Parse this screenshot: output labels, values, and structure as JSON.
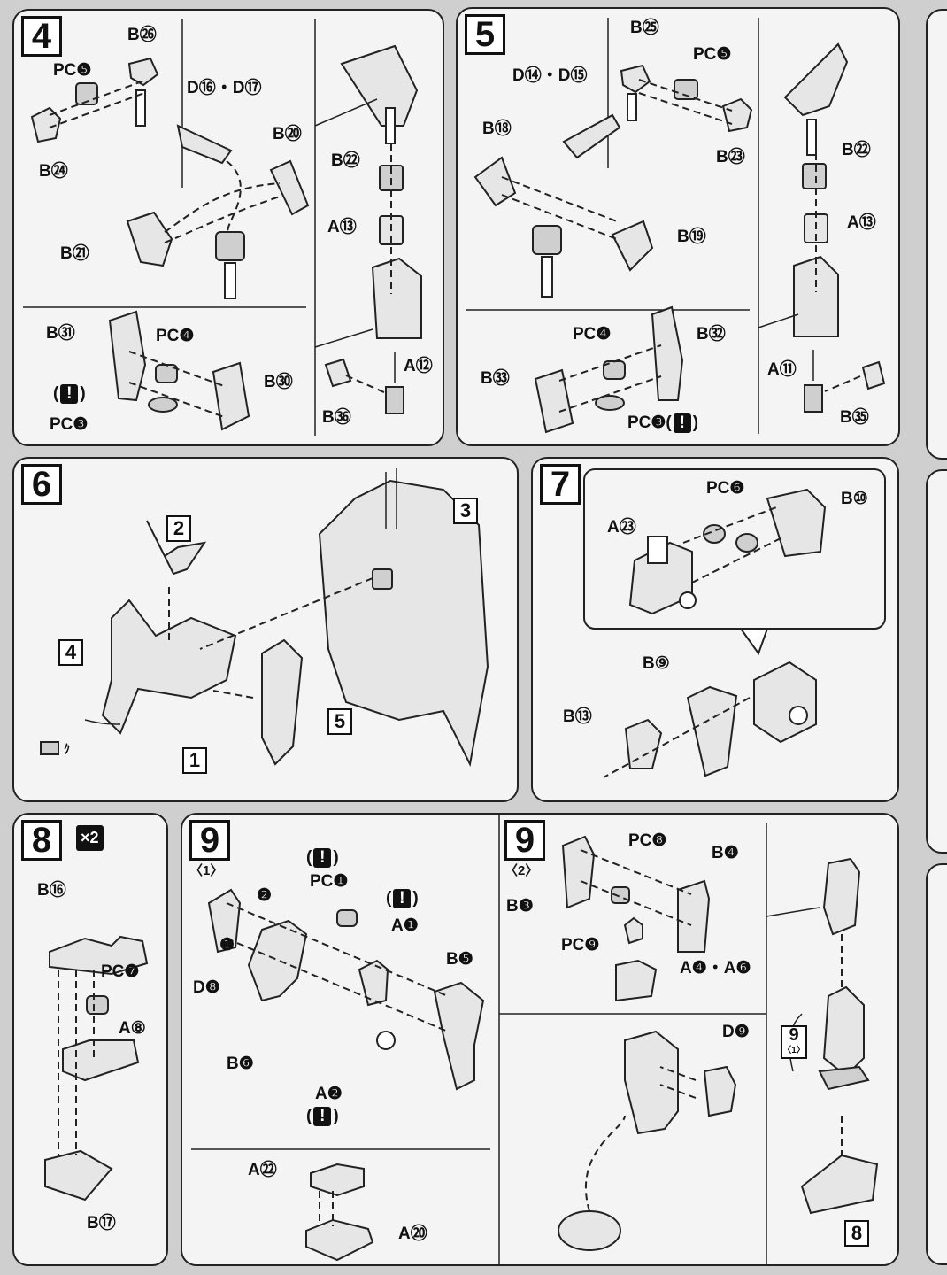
{
  "steps": {
    "s4": {
      "number": "4",
      "labels": {
        "b26": "B㉖",
        "pce": "PC❺",
        "d16d17": "D⑯・D⑰",
        "b20": "B⑳",
        "b24": "B㉔",
        "b21": "B㉑",
        "b22": "B㉒",
        "a13": "A⑬",
        "b31": "B㉛",
        "pcn": "PC❹",
        "b30": "B㉚",
        "pch": "PC❸",
        "a12": "A⑫",
        "b36": "B㊱",
        "excl_open": "(",
        "excl_close": ")",
        "excl_mark": "!"
      }
    },
    "s5": {
      "number": "5",
      "labels": {
        "b25": "B㉕",
        "pce": "PC❺",
        "d14d15": "D⑭・D⑮",
        "b18": "B⑱",
        "b23": "B㉓",
        "b22": "B㉒",
        "a13": "A⑬",
        "b19": "B⑲",
        "pcn": "PC❹",
        "b32": "B㉜",
        "b33": "B㉝",
        "pch": "PC❸(",
        "excl_mark": "!",
        "excl_close": ")",
        "a11": "A⑪",
        "b35": "B㉟"
      }
    },
    "s6": {
      "number": "6",
      "boxes": [
        "2",
        "3",
        "4",
        "5",
        "1"
      ],
      "seal": "ｸ"
    },
    "s7": {
      "number": "7",
      "labels": {
        "pcm": "PC❻",
        "b10": "B⑩",
        "a23": "A㉓",
        "b9": "B⑨",
        "b13": "B⑬"
      }
    },
    "s8": {
      "number": "8",
      "multiplier": "×2",
      "labels": {
        "b16": "B⑯",
        "pcc": "PC❼",
        "a8": "A⑧",
        "b17": "B⑰"
      }
    },
    "s9a": {
      "number": "9",
      "sub": "〈1〉",
      "labels": {
        "pci": "PC❶",
        "a1": "A❶",
        "b5": "B❺",
        "d8": "D❽",
        "b6": "B❻",
        "a2": "A❷",
        "a22": "A㉒",
        "a20": "A⑳",
        "n1": "❶",
        "n2": "❷",
        "excl_mark": "!",
        "excl_open": "(",
        "excl_close": ")"
      }
    },
    "s9b": {
      "number": "9",
      "sub": "〈2〉",
      "labels": {
        "pcb": "PC❽",
        "b4": "B❹",
        "b3": "B❸",
        "pcj": "PC❾",
        "a4a6": "A❹・A❻",
        "d9": "D❾",
        "ref": "9",
        "ref_sub": "〈1〉",
        "box8": "8"
      }
    }
  }
}
